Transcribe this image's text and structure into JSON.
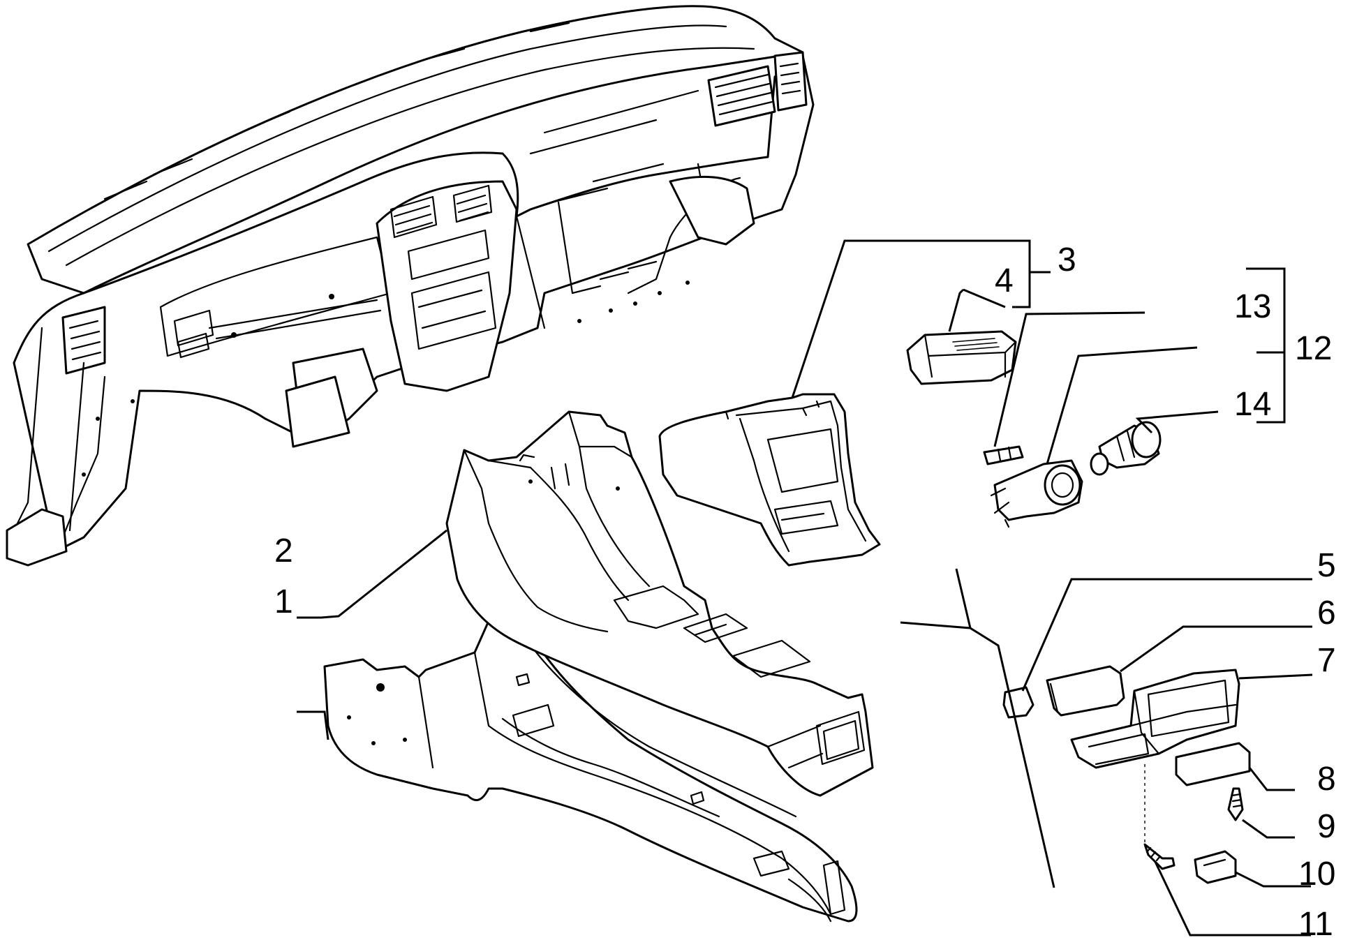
{
  "colors": {
    "background": "#ffffff",
    "ink": "#000000"
  },
  "callouts": [
    {
      "id": "1",
      "label": "1"
    },
    {
      "id": "2",
      "label": "2"
    },
    {
      "id": "3",
      "label": "3"
    },
    {
      "id": "4",
      "label": "4"
    },
    {
      "id": "5",
      "label": "5"
    },
    {
      "id": "6",
      "label": "6"
    },
    {
      "id": "7",
      "label": "7"
    },
    {
      "id": "8",
      "label": "8"
    },
    {
      "id": "9",
      "label": "9"
    },
    {
      "id": "10",
      "label": "10"
    },
    {
      "id": "11",
      "label": "11"
    },
    {
      "id": "12",
      "label": "12"
    },
    {
      "id": "13",
      "label": "13"
    },
    {
      "id": "14",
      "label": "14"
    }
  ]
}
